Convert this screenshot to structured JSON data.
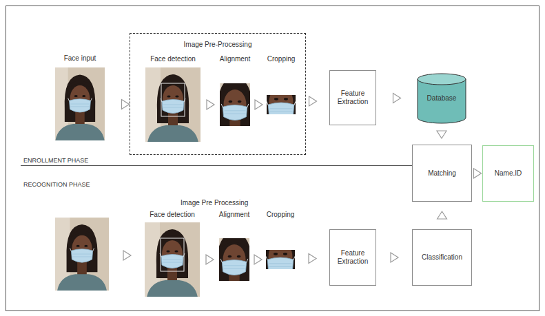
{
  "diagram": {
    "nodes": [
      {
        "text": [
          "Face input"
        ]
      },
      {
        "text": [
          "Image Pre-Processing"
        ]
      },
      {
        "text": [
          "Face detection"
        ],
        "in": 1
      },
      {
        "text": [
          "Alignment"
        ],
        "in": 1
      },
      {
        "text": [
          "Cropping"
        ],
        "in": 1
      },
      {
        "text": [
          "Feature Extraction"
        ]
      },
      {
        "text": [
          "Database"
        ]
      },
      {
        "text": [
          "Matching"
        ]
      },
      {
        "text": [
          "Name.ID"
        ]
      },
      {
        "text": [
          "Face detection"
        ]
      },
      {
        "text": [
          "Alignment"
        ]
      },
      {
        "text": [
          "Cropping"
        ]
      },
      {
        "text": [
          "Feature Extraction"
        ]
      },
      {
        "text": [
          "Classification"
        ]
      }
    ],
    "edges": [
      {
        "from": 0,
        "to": 2,
        "arrow": "to"
      },
      {
        "from": 2,
        "to": 3,
        "arrow": "to"
      },
      {
        "from": 3,
        "to": 4,
        "arrow": "to"
      },
      {
        "from": 4,
        "to": 5,
        "arrow": "to"
      },
      {
        "from": 5,
        "to": 6,
        "arrow": "to"
      },
      {
        "from": 6,
        "to": 7,
        "arrow": "to"
      },
      {
        "from": 7,
        "to": 8,
        "arrow": "to"
      },
      {
        "from": 9,
        "to": 10,
        "arrow": "to"
      },
      {
        "from": 10,
        "to": 11,
        "arrow": "to"
      },
      {
        "from": 11,
        "to": 12,
        "arrow": "to"
      },
      {
        "from": 12,
        "to": 13,
        "arrow": "to"
      },
      {
        "from": 13,
        "to": 7,
        "arrow": "to"
      }
    ],
    "labels": [
      "ENROLLMENT PHASE",
      "RECOGNITION PHASE",
      "Image Pre Processing"
    ]
  }
}
